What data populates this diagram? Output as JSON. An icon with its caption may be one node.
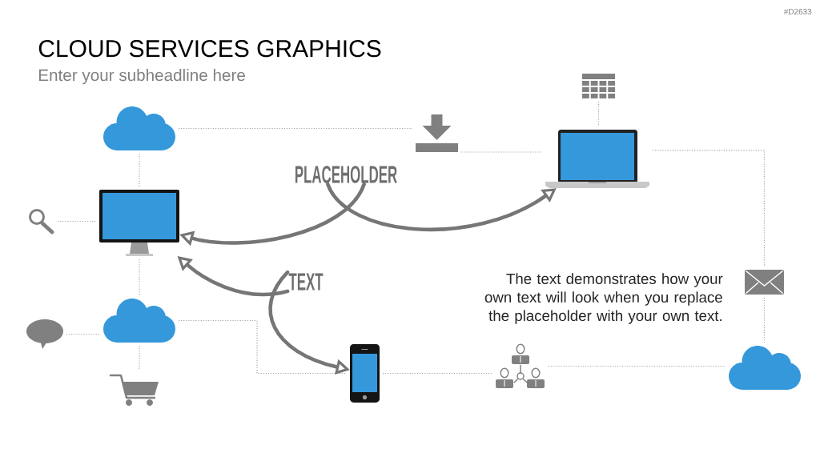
{
  "diagram": {
    "title": "CLOUD SERVICES GRAPHICS",
    "nodes": [
      {
        "text": [],
        "shape": "cloud"
      },
      {
        "text": [],
        "shape": "picture"
      },
      {
        "text": [],
        "shape": "picture"
      },
      {
        "text": [],
        "shape": "picture"
      },
      {
        "text": [
          "PLACEHOLDER"
        ]
      },
      {
        "text": [],
        "shape": "picture"
      },
      {
        "text": [],
        "shape": "picture"
      },
      {
        "text": [
          "TEXT"
        ]
      },
      {
        "text": [],
        "shape": "picture"
      },
      {
        "text": [],
        "shape": "circle"
      },
      {
        "text": [],
        "shape": "cloud"
      },
      {
        "text": [],
        "shape": "picture"
      },
      {
        "text": [],
        "shape": "picture"
      },
      {
        "text": [],
        "shape": "cloud"
      },
      {
        "text": [],
        "shape": "picture"
      }
    ],
    "edges": [
      {
        "from": 0,
        "to": 6,
        "arrow": "none",
        "style": "dashed"
      },
      {
        "from": 0,
        "to": 1,
        "arrow": "none",
        "style": "dashed"
      },
      {
        "from": 1,
        "to": 3,
        "arrow": "none",
        "style": "dashed"
      },
      {
        "from": 2,
        "to": 3,
        "arrow": "none",
        "style": "dashed"
      },
      {
        "from": 3,
        "to": 8,
        "arrow": "none",
        "style": "dashed"
      },
      {
        "from": 8,
        "to": 13,
        "arrow": "none",
        "style": "dashed"
      },
      {
        "from": 5,
        "to": 6,
        "arrow": "none",
        "style": "dashed"
      },
      {
        "from": 6,
        "to": 10,
        "arrow": "none",
        "style": "dashed"
      },
      {
        "from": 9,
        "to": 10,
        "arrow": "none",
        "style": "dashed"
      },
      {
        "from": 10,
        "to": 14,
        "arrow": "none",
        "style": "dashed"
      },
      {
        "from": 10,
        "to": 11,
        "arrow": "none",
        "style": "dashed"
      },
      {
        "from": 11,
        "to": 12,
        "arrow": "none",
        "style": "dashed"
      },
      {
        "from": 12,
        "to": 13,
        "arrow": "none",
        "style": "dashed"
      },
      {
        "from": 4,
        "to": 6,
        "arrow": "to",
        "style": "thick",
        "color": "#767676"
      },
      {
        "from": 4,
        "to": 3,
        "arrow": "to",
        "style": "thick",
        "color": "#767676"
      },
      {
        "from": 7,
        "to": 6,
        "arrow": "to",
        "style": "thick",
        "color": "#767676"
      },
      {
        "from": 7,
        "to": 11,
        "arrow": "to",
        "style": "thick",
        "color": "#767676"
      }
    ],
    "labels": [
      "#D2633",
      "Enter your subheadline here",
      "The text demonstrates how your own text will look when you replace the placeholder with your own text."
    ]
  }
}
